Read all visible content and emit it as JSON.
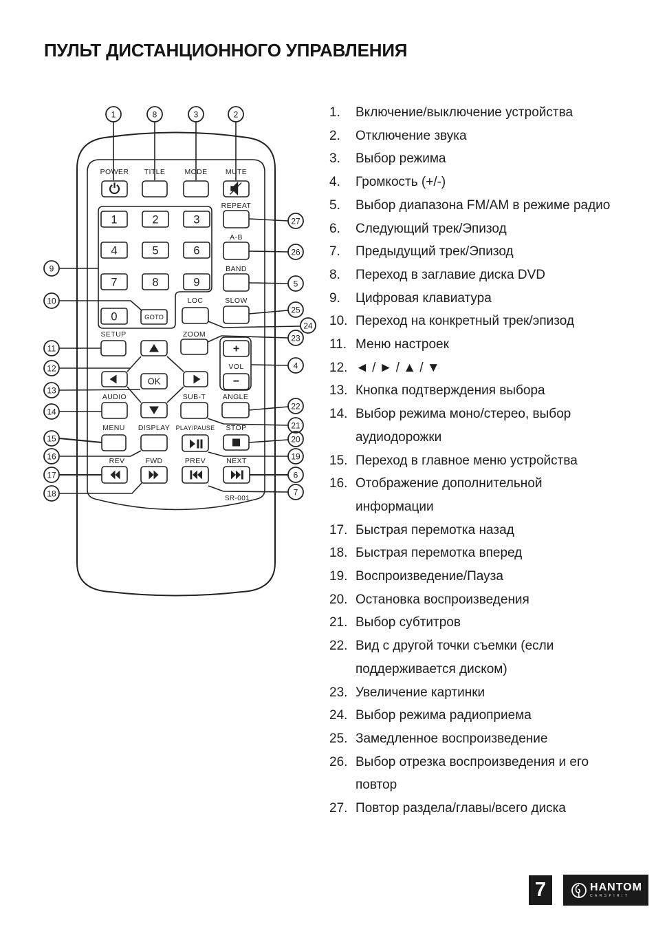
{
  "page": {
    "title": "ПУЛЬТ ДИСТАНЦИОННОГО УПРАВЛЕНИЯ",
    "page_number": "7",
    "brand": {
      "name": "HANTOM",
      "sub": "CARSPIRIT"
    },
    "colors": {
      "ink": "#1c1c1c",
      "footer_bg": "#1a1a1a",
      "paper": "#ffffff"
    }
  },
  "remote": {
    "model": "SR-001",
    "labels": {
      "power": "POWER",
      "title": "TITLE",
      "mode": "MODE",
      "mute": "MUTE",
      "repeat": "REPEAT",
      "ab": "A-B",
      "band": "BAND",
      "slow": "SLOW",
      "loc": "LOC",
      "zoom": "ZOOM",
      "setup": "SETUP",
      "vol": "VOL",
      "plus": "+",
      "minus": "−",
      "ok": "OK",
      "goto": "GOTO",
      "audio": "AUDIO",
      "subt": "SUB-T",
      "angle": "ANGLE",
      "menu": "MENU",
      "display": "DISPLAY",
      "playpause": "PLAY/PAUSE",
      "stop": "STOP",
      "rev": "REV",
      "fwd": "FWD",
      "prev": "PREV",
      "next": "NEXT",
      "model": "SR-001"
    },
    "digits": [
      "1",
      "2",
      "3",
      "4",
      "5",
      "6",
      "7",
      "8",
      "9",
      "0"
    ],
    "callouts": [
      "1",
      "8",
      "3",
      "2",
      "9",
      "10",
      "11",
      "12",
      "13",
      "14",
      "15",
      "16",
      "17",
      "18",
      "27",
      "26",
      "5",
      "25",
      "24",
      "23",
      "4",
      "22",
      "21",
      "20",
      "19",
      "6",
      "7"
    ]
  },
  "legend": {
    "items": [
      {
        "num": "1.",
        "l1": "Включение/выключение устройства"
      },
      {
        "num": "2.",
        "l1": "Отключение звука"
      },
      {
        "num": "3.",
        "l1": "Выбор режима"
      },
      {
        "num": "4.",
        "l1": "Громкость (+/-)"
      },
      {
        "num": "5.",
        "l1": "Выбор диапазона FM/AM в режиме радио"
      },
      {
        "num": "6.",
        "l1": "Следующий трек/Эпизод"
      },
      {
        "num": "7.",
        "l1": "Предыдущий трек/Эпизод"
      },
      {
        "num": "8.",
        "l1": "Переход в заглавие диска DVD"
      },
      {
        "num": "9.",
        "l1": "Цифровая клавиатура"
      },
      {
        "num": "10.",
        "l1": "Переход на конкретный трек/эпизод"
      },
      {
        "num": "11.",
        "l1": "Меню настроек"
      },
      {
        "num": "12.",
        "l1": "◄ / ► / ▲ / ▼"
      },
      {
        "num": "13.",
        "l1": "Кнопка подтверждения выбора"
      },
      {
        "num": "14.",
        "l1": "Выбор режима моно/стерео, выбор",
        "l2": "аудиодорожки"
      },
      {
        "num": "15.",
        "l1": "Переход в главное меню устройства"
      },
      {
        "num": "16.",
        "l1": "Отображение дополнительной",
        "l2": "информации"
      },
      {
        "num": "17.",
        "l1": "Быстрая перемотка назад"
      },
      {
        "num": "18.",
        "l1": "Быстрая перемотка вперед"
      },
      {
        "num": "19.",
        "l1": "Воспроизведение/Пауза"
      },
      {
        "num": "20.",
        "l1": "Остановка воспроизведения"
      },
      {
        "num": "21.",
        "l1": "Выбор субтитров"
      },
      {
        "num": "22.",
        "l1": "Вид с другой точки съемки (если",
        "l2": "поддерживается диском)"
      },
      {
        "num": "23.",
        "l1": "Увеличение картинки"
      },
      {
        "num": "24.",
        "l1": "Выбор режима радиоприема"
      },
      {
        "num": "25.",
        "l1": "Замедленное воспроизведение"
      },
      {
        "num": "26.",
        "l1": "Выбор отрезка воспроизведения и его",
        "l2": "повтор"
      },
      {
        "num": "27.",
        "l1": "Повтор раздела/главы/всего диска"
      }
    ]
  }
}
